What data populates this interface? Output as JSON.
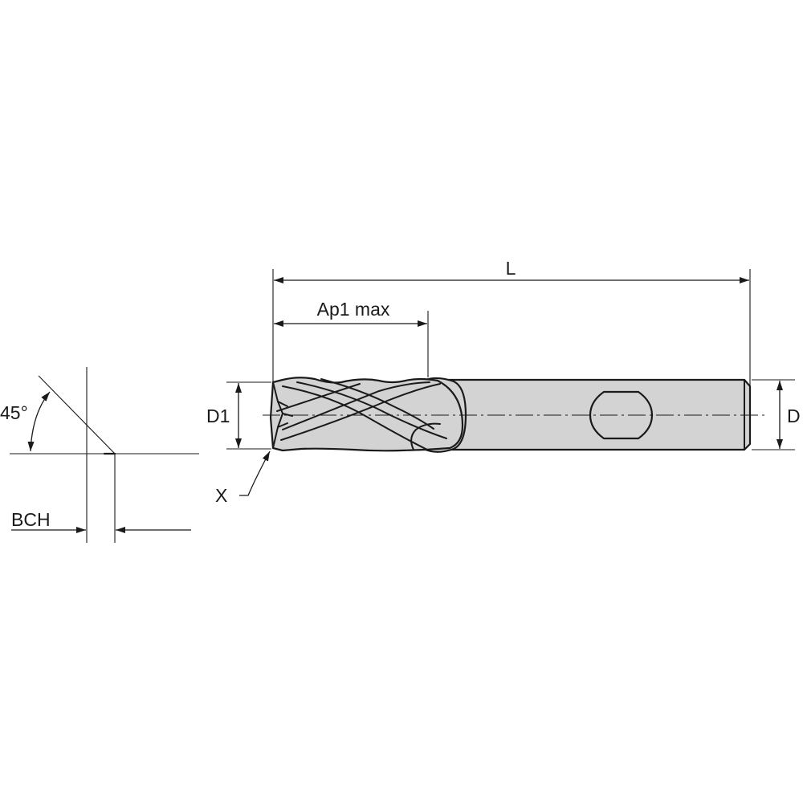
{
  "labels": {
    "L": "L",
    "ap1_max": "Ap1 max",
    "d1": "D1",
    "d": "D",
    "x": "X",
    "angle": "45°",
    "bch": "BCH"
  },
  "colors": {
    "tool_fill": "#d3d3d3",
    "line": "#1a1a1a",
    "background": "#ffffff"
  }
}
